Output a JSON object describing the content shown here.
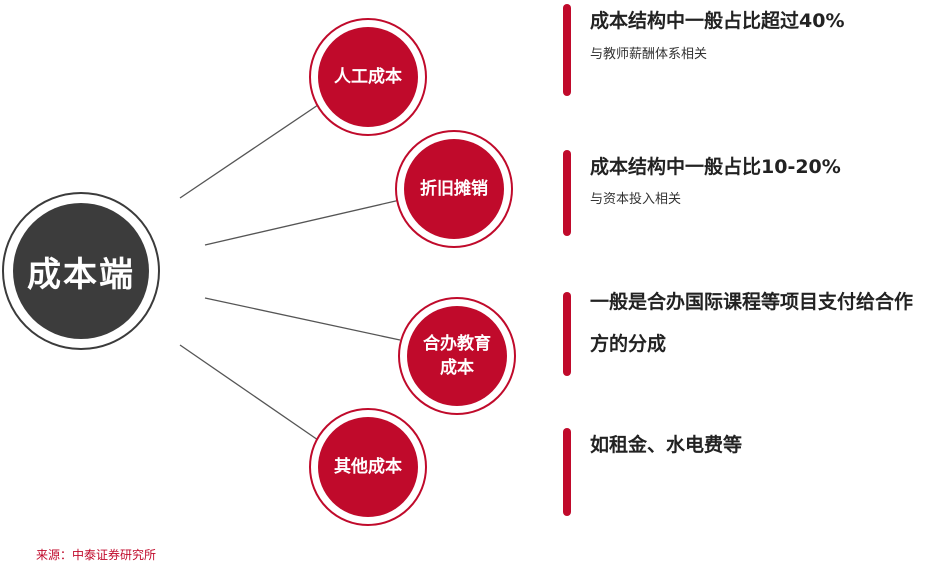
{
  "center": {
    "label": "成本端"
  },
  "nodes": [
    {
      "label": "人工成本",
      "title": "成本结构中一般占比超过40%",
      "subtitle": "与教师薪酬体系相关"
    },
    {
      "label": "折旧摊销",
      "title": "成本结构中一般占比10-20%",
      "subtitle": "与资本投入相关"
    },
    {
      "label": "合办教育成本",
      "title": "一般是合办国际课程等项目支付给合作方的分成",
      "subtitle": ""
    },
    {
      "label": "其他成本",
      "title": "如租金、水电费等",
      "subtitle": ""
    }
  ],
  "source": "来源：中泰证券研究所",
  "colors": {
    "accent": "#c00a2b",
    "hub": "#3c3c3c"
  }
}
